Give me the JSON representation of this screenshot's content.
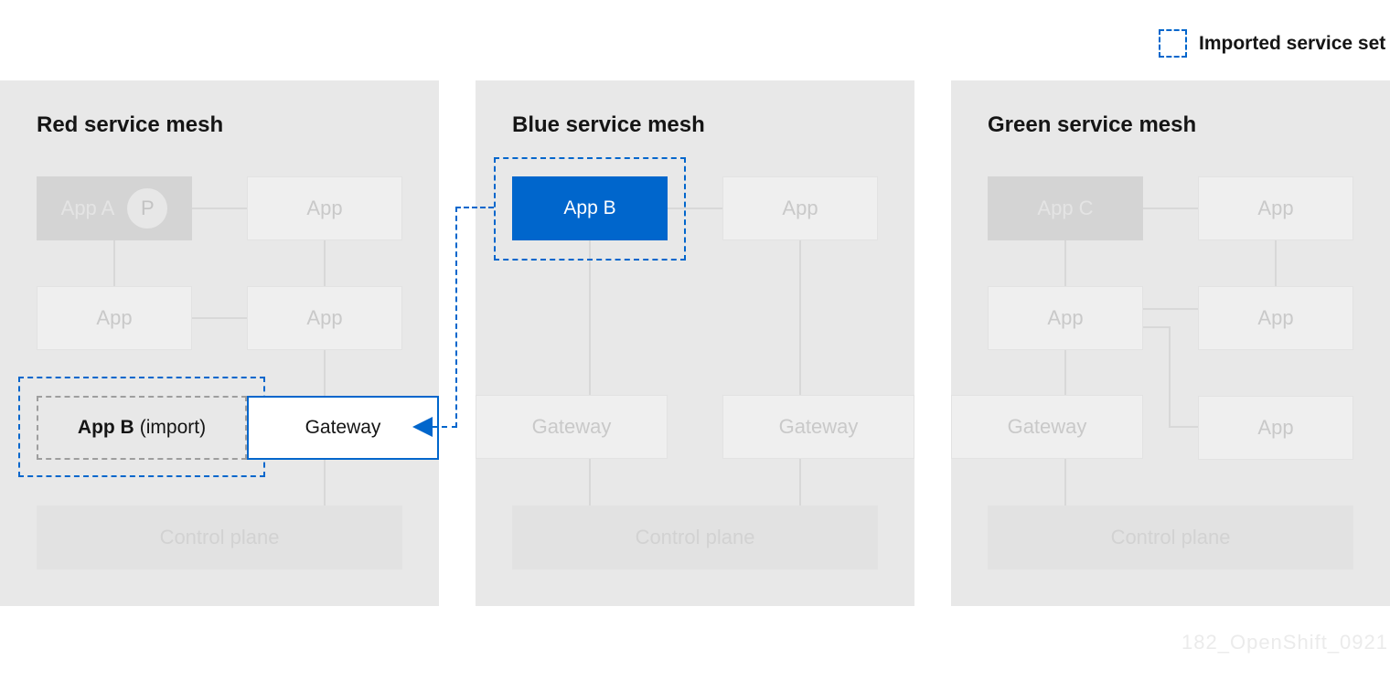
{
  "legend": {
    "label": "Imported service set"
  },
  "watermark": "182_OpenShift_0921",
  "colors": {
    "accent_blue": "#0066cc",
    "panel_gray": "#e8e8e8"
  },
  "meshes": {
    "red": {
      "title": "Red service mesh",
      "app_a": "App A",
      "proxy_badge": "P",
      "app_top_right": "App",
      "app_mid_left": "App",
      "app_mid_right": "App",
      "imported_app": "App B",
      "imported_suffix": "(import)",
      "gateway": "Gateway",
      "control_plane": "Control plane"
    },
    "blue": {
      "title": "Blue service mesh",
      "app_b": "App B",
      "app_top_right": "App",
      "gateway_left": "Gateway",
      "gateway_right": "Gateway",
      "control_plane": "Control plane"
    },
    "green": {
      "title": "Green service mesh",
      "app_c": "App C",
      "app_top_right": "App",
      "app_mid_left": "App",
      "app_mid_right": "App",
      "app_bottom_right": "App",
      "gateway": "Gateway",
      "control_plane": "Control plane"
    }
  }
}
